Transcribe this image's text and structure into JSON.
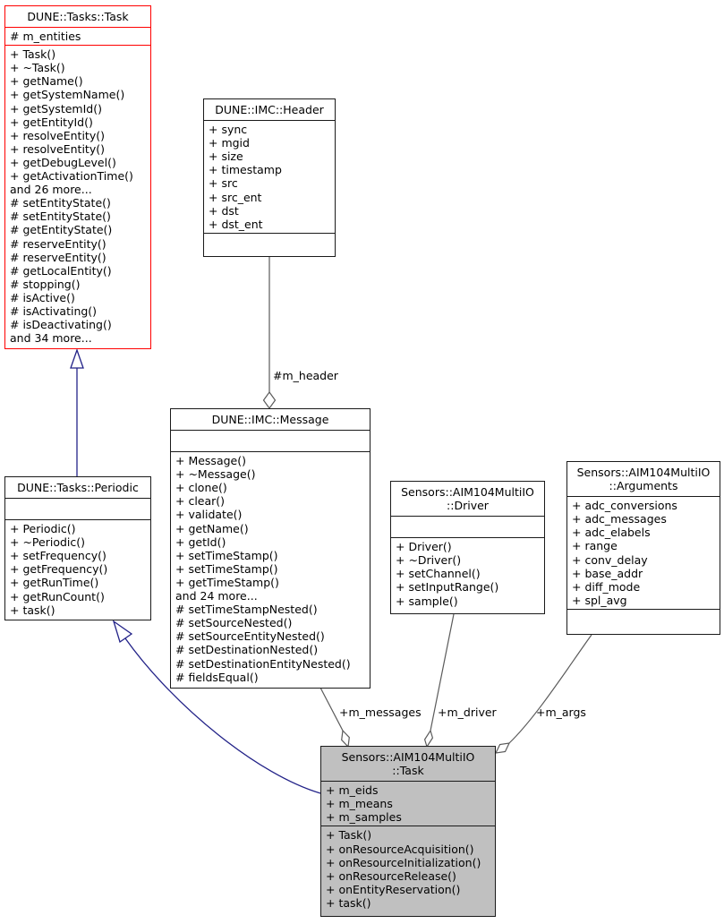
{
  "diagram": {
    "type": "uml-collaboration-diagram",
    "colors": {
      "background": "#ffffff",
      "node_border": "#1a1a1a",
      "truncated_node_border": "#ff0000",
      "focal_node_fill": "#c0c0c0",
      "inheritance_edge": "#222288",
      "member_edge": "#5a5a5a",
      "text": "#000000"
    },
    "nodes": {
      "dune_tasks_task": {
        "title": "DUNE::Tasks::Task",
        "fields": [
          "# m_entities"
        ],
        "methods": [
          "+ Task()",
          "+ ~Task()",
          "+ getName()",
          "+ getSystemName()",
          "+ getSystemId()",
          "+ getEntityId()",
          "+ resolveEntity()",
          "+ resolveEntity()",
          "+ getDebugLevel()",
          "+ getActivationTime()",
          "and 26 more...",
          "# setEntityState()",
          "# setEntityState()",
          "# getEntityState()",
          "# reserveEntity()",
          "# reserveEntity()",
          "# getLocalEntity()",
          "# stopping()",
          "# isActive()",
          "# isActivating()",
          "# isDeactivating()",
          "and 34 more..."
        ]
      },
      "dune_imc_header": {
        "title": "DUNE::IMC::Header",
        "fields": [
          "+ sync",
          "+ mgid",
          "+ size",
          "+ timestamp",
          "+ src",
          "+ src_ent",
          "+ dst",
          "+ dst_ent"
        ],
        "methods": []
      },
      "dune_imc_message": {
        "title": "DUNE::IMC::Message",
        "fields": [],
        "methods": [
          "+ Message()",
          "+ ~Message()",
          "+ clone()",
          "+ clear()",
          "+ validate()",
          "+ getName()",
          "+ getId()",
          "+ setTimeStamp()",
          "+ setTimeStamp()",
          "+ getTimeStamp()",
          "and 24 more...",
          "# setTimeStampNested()",
          "# setSourceNested()",
          "# setSourceEntityNested()",
          "# setDestinationNested()",
          "# setDestinationEntityNested()",
          "# fieldsEqual()"
        ]
      },
      "dune_tasks_periodic": {
        "title": "DUNE::Tasks::Periodic",
        "fields": [],
        "methods": [
          "+ Periodic()",
          "+ ~Periodic()",
          "+ setFrequency()",
          "+ getFrequency()",
          "+ getRunTime()",
          "+ getRunCount()",
          "+ task()"
        ]
      },
      "sensors_driver": {
        "title": "Sensors::AIM104MultiIO\n::Driver",
        "fields": [],
        "methods": [
          "+ Driver()",
          "+ ~Driver()",
          "+ setChannel()",
          "+ setInputRange()",
          "+ sample()"
        ]
      },
      "sensors_arguments": {
        "title": "Sensors::AIM104MultiIO\n::Arguments",
        "fields": [
          "+ adc_conversions",
          "+ adc_messages",
          "+ adc_elabels",
          "+ range",
          "+ conv_delay",
          "+ base_addr",
          "+ diff_mode",
          "+ spl_avg"
        ],
        "methods": []
      },
      "sensors_task": {
        "title": "Sensors::AIM104MultiIO\n::Task",
        "fields": [
          "+ m_eids",
          "+ m_means",
          "+ m_samples"
        ],
        "methods": [
          "+ Task()",
          "+ onResourceAcquisition()",
          "+ onResourceInitialization()",
          "+ onResourceRelease()",
          "+ onEntityReservation()",
          "+ task()"
        ]
      }
    },
    "edge_labels": {
      "m_header": "#m_header",
      "m_messages": "+m_messages",
      "m_driver": "+m_driver",
      "m_args": "+m_args"
    }
  }
}
